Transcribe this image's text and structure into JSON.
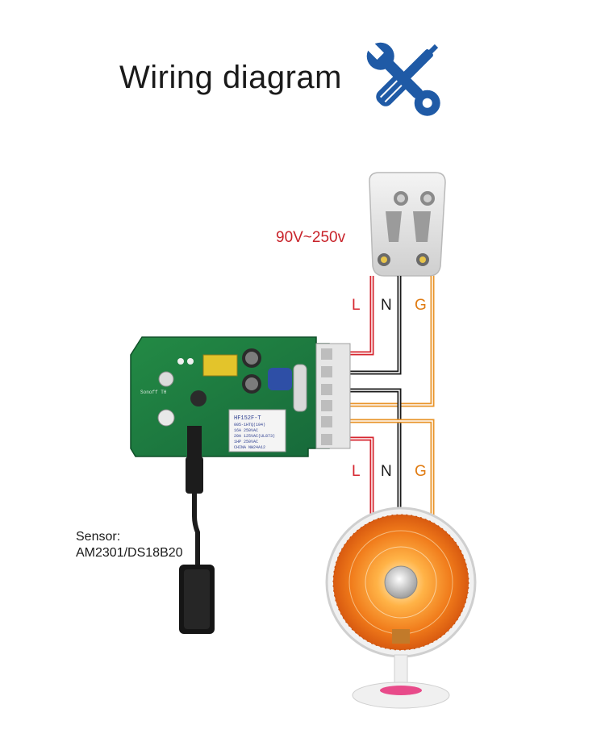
{
  "title": "Wiring diagram",
  "voltage": "90V~250v",
  "wire_labels": {
    "top": {
      "l": "L",
      "n": "N",
      "g": "G"
    },
    "bottom": {
      "l": "L",
      "n": "N",
      "g": "G"
    }
  },
  "sensor": {
    "line1": "Sensor:",
    "line2": "AM2301/DS18B20"
  },
  "relay": {
    "model": "HF152F-T",
    "line1": "005-1HTQ(104)",
    "line2": "16A 250VAC",
    "line3": "20A 125VAC(UL873)",
    "line4": "1HP 250VAC",
    "line5": "CHINA NW24A12"
  },
  "board_text": "Sonoff TH",
  "colors": {
    "live": "#d6262f",
    "neutral": "#1a1a1a",
    "ground": "#e8942a",
    "pcb": "#1e7d3e",
    "icon": "#1f5aa6"
  },
  "icons": [
    "tools-icon",
    "power-plug-icon",
    "heater-icon",
    "sensor-probe-icon"
  ]
}
